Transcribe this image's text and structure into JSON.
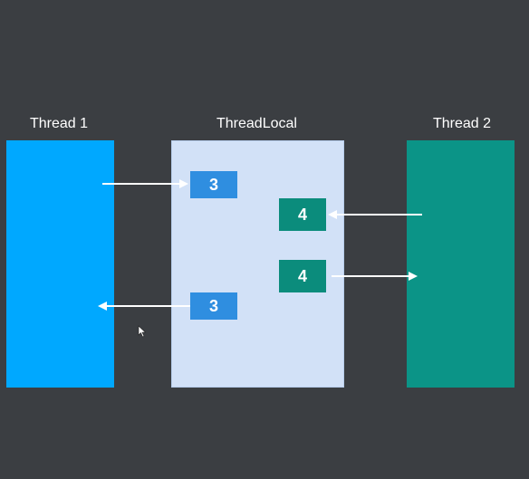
{
  "labels": {
    "thread1": "Thread 1",
    "threadlocal": "ThreadLocal",
    "thread2": "Thread 2"
  },
  "values": {
    "t1_set": "3",
    "t2_set": "4",
    "t2_get": "4",
    "t1_get": "3"
  },
  "colors": {
    "background": "#3b3e42",
    "thread1": "#00a8ff",
    "threadlocal": "#d2e1f7",
    "thread2": "#0b9487",
    "value_blue": "#2f8ee0",
    "value_green": "#0b8c7c",
    "arrow": "#ffffff"
  }
}
